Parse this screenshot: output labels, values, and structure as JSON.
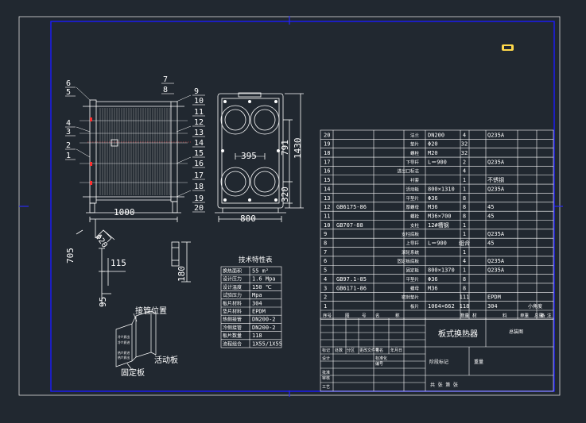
{
  "colors": {
    "background": "#212830",
    "line": "#ffffff",
    "frame": "#1a1aff",
    "crosshair": "#2a2af0",
    "accent": "#ffd84a",
    "red": "#ff3030"
  },
  "front_view": {
    "width_dim": "1000",
    "balloons": [
      "6",
      "5",
      "4",
      "3",
      "2",
      "1",
      "7",
      "8",
      "9",
      "10",
      "11",
      "12",
      "13",
      "14",
      "15",
      "16",
      "17",
      "18",
      "19",
      "20"
    ]
  },
  "side_view": {
    "dim_width": "800",
    "dim_spacing": "395",
    "dim_total": "1430",
    "dim_center": "791",
    "dim_bottom": "320"
  },
  "nozzle_detail": {
    "dim_705": "705",
    "dim_115": "115",
    "dim_95": "95",
    "dim_d20": "Φ20"
  },
  "small_detail": {
    "dim_180": "180"
  },
  "assembly": {
    "pipe_position": "接管位置",
    "fixed_plate": "固定板",
    "moving_plate": "活动板",
    "port_labels": [
      "冷介质出",
      "冷介质进",
      "热介质进",
      "热介质出"
    ]
  },
  "spec": {
    "title": "技术特性表",
    "rows": [
      [
        "换热面积",
        "55 m²"
      ],
      [
        "设计压力",
        "1.6 Mpa"
      ],
      [
        "设计温度",
        "150 ℃"
      ],
      [
        "试验压力",
        "Mpa"
      ],
      [
        "板片材料",
        "304"
      ],
      [
        "垫片材料",
        "EPDM"
      ],
      [
        "热侧接管",
        "DN200-2"
      ],
      [
        "冷侧接管",
        "DN200-2"
      ],
      [
        "板片数量",
        "118"
      ],
      [
        "流程组合",
        "1X55/1X55"
      ]
    ]
  },
  "bom": {
    "rows": [
      [
        "20",
        "",
        "法兰",
        "DN200",
        "4",
        "Q235A",
        "",
        ""
      ],
      [
        "19",
        "",
        "垫片",
        "Φ20",
        "32",
        "",
        "",
        ""
      ],
      [
        "18",
        "",
        "螺栓",
        "M20",
        "32",
        "",
        "",
        ""
      ],
      [
        "17",
        "",
        "下导杆",
        "L＝900",
        "2",
        "Q235A",
        "",
        ""
      ],
      [
        "16",
        "",
        "进出口标志",
        "",
        "4",
        "",
        "",
        ""
      ],
      [
        "15",
        "",
        "衬套",
        "",
        "1",
        "不锈钢",
        "",
        ""
      ],
      [
        "14",
        "",
        "活动板",
        "800×1310",
        "1",
        "Q235A",
        "",
        ""
      ],
      [
        "13",
        "",
        "平垫片",
        "Φ36",
        "8",
        "",
        "",
        ""
      ],
      [
        "12",
        "GB6175-86",
        "厚螺母",
        "M36",
        "8",
        "45",
        "",
        ""
      ],
      [
        "11",
        "",
        "螺栓",
        "M36×700",
        "8",
        "45",
        "",
        ""
      ],
      [
        "10",
        "GB707-88",
        "支柱",
        "12#槽钢",
        "1",
        "",
        "",
        ""
      ],
      [
        "9",
        "",
        "支柱底板",
        "",
        "1",
        "Q235A",
        "",
        ""
      ],
      [
        "8",
        "",
        "上导杆",
        "L＝900",
        "组合",
        "45",
        "",
        ""
      ],
      [
        "7",
        "",
        "滚轮系统",
        "",
        "1",
        "",
        "",
        ""
      ],
      [
        "6",
        "",
        "固定板底板",
        "",
        "4",
        "Q235A",
        "",
        ""
      ],
      [
        "5",
        "",
        "固定板",
        "800×1370",
        "1",
        "Q235A",
        "",
        ""
      ],
      [
        "4",
        "GB97.1-85",
        "平垫片",
        "Φ36",
        "8",
        "",
        "",
        ""
      ],
      [
        "3",
        "GB6171-86",
        "螺母",
        "M36",
        "8",
        "",
        "",
        ""
      ],
      [
        "2",
        "",
        "密封垫片",
        "",
        "111",
        "EPDM",
        "",
        ""
      ],
      [
        "1",
        "",
        "板片",
        "1064×662",
        "118",
        "304",
        "",
        "小角度"
      ]
    ],
    "header": [
      "序号",
      "图",
      "号",
      "名",
      "称",
      "数量",
      "材",
      "料",
      "单重",
      "总重",
      "备",
      "注"
    ]
  },
  "title_block": {
    "name": "板式换热器",
    "drawing_type": "总装图",
    "stage_mark": "阶段标记",
    "weight": "重量",
    "sheet": "共 张 第 张",
    "change_header": [
      "标记",
      "处数",
      "分区",
      "更改文件号",
      "签名",
      "年月日"
    ],
    "left_rows": [
      "设计",
      "标准化",
      "审核",
      "工艺",
      "批准"
    ],
    "change_no": "编号"
  }
}
